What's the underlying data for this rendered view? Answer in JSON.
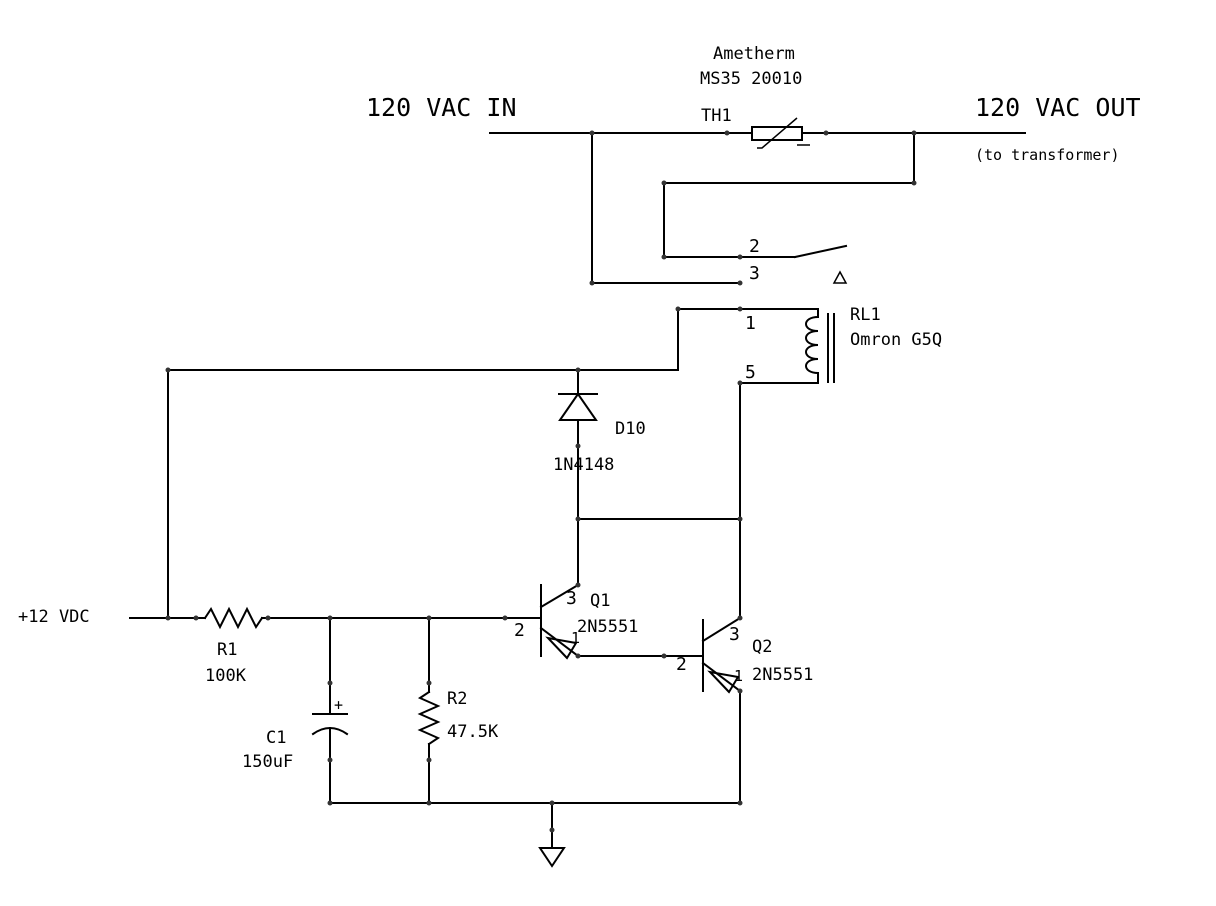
{
  "power_in_label": "120 VAC IN",
  "power_out_label": "120 VAC OUT",
  "power_out_note": "(to transformer)",
  "supply_label": "+12 VDC",
  "thermistor": {
    "maker": "Ametherm",
    "part": "MS35 20010",
    "ref": "TH1"
  },
  "relay": {
    "ref": "RL1",
    "part": "Omron G5Q",
    "pins": [
      "1",
      "5",
      "2",
      "3"
    ]
  },
  "diode": {
    "ref": "D10",
    "part": "1N4148"
  },
  "r1": {
    "ref": "R1",
    "value": "100K"
  },
  "r2": {
    "ref": "R2",
    "value": "47.5K"
  },
  "c1": {
    "ref": "C1",
    "value": "150uF",
    "polarity": "+"
  },
  "q1": {
    "ref": "Q1",
    "part": "2N5551",
    "pin_c": "3",
    "pin_b": "2",
    "pin_e": "1"
  },
  "q2": {
    "ref": "Q2",
    "part": "2N5551",
    "pin_c": "3",
    "pin_b": "2",
    "pin_e": "1"
  }
}
